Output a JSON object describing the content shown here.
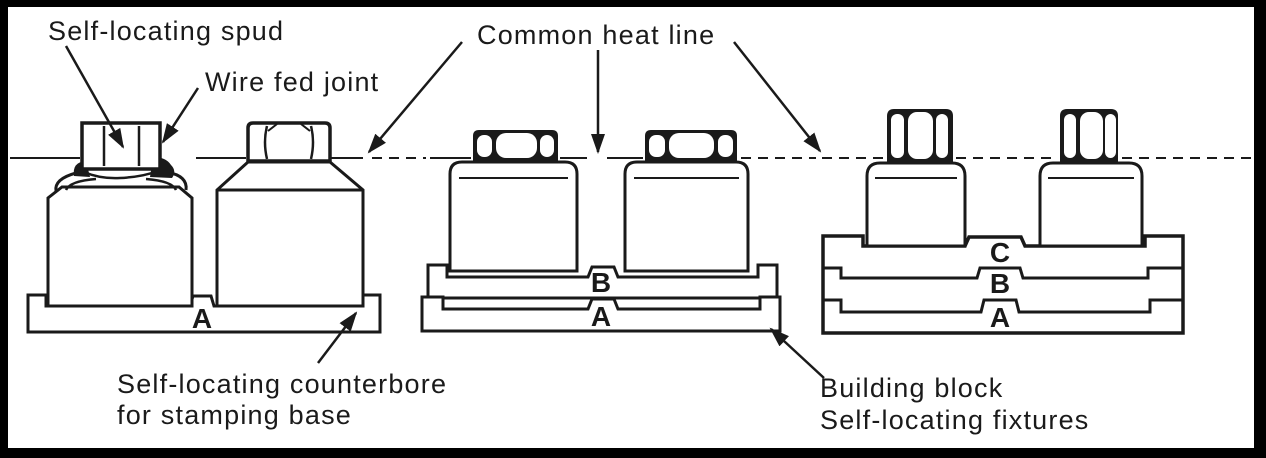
{
  "colors": {
    "ink": "#1a1a1a",
    "paper": "#ffffff",
    "frame": "#000000"
  },
  "annotations": {
    "self_locating_spud": "Self-locating spud",
    "wire_fed_joint": "Wire fed joint",
    "common_heat_line": "Common heat line",
    "counterbore_line1": "Self-locating counterbore",
    "counterbore_line2": "for stamping base",
    "building_block_line1": "Building block",
    "building_block_line2": "Self-locating fixtures"
  },
  "plate_letters": {
    "left_base": "A",
    "middle_stack": [
      "B",
      "A"
    ],
    "right_stack": [
      "C",
      "B",
      "A"
    ]
  }
}
